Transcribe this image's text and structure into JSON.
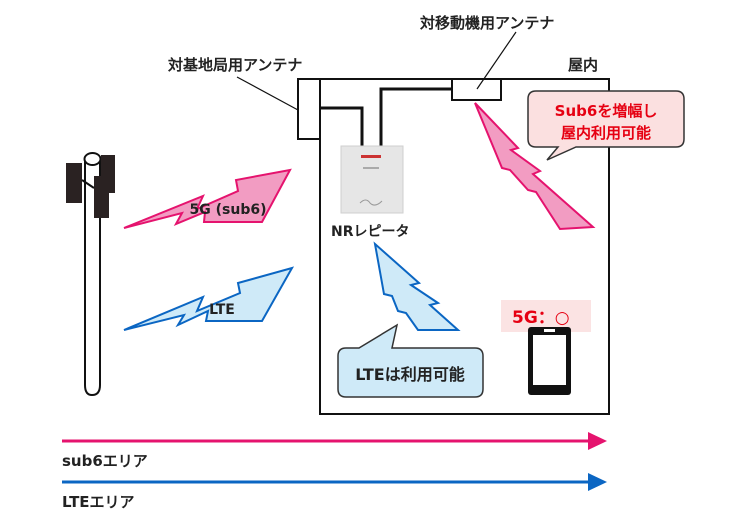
{
  "labels": {
    "base_station_antenna": "対基地局用アンテナ",
    "mobile_antenna": "対移動機用アンテナ",
    "indoor": "屋内",
    "repeater": "NRレピータ",
    "signal_5g": "5G (sub6)",
    "signal_lte": "LTE"
  },
  "callouts": {
    "sub6_line1": "Sub6を増幅し",
    "sub6_line2": "屋内利用可能",
    "lte": "LTEは利用可能"
  },
  "device_status": {
    "label": "5G：○"
  },
  "legend": [
    {
      "label": "sub6エリア",
      "color": "#e5136e"
    },
    {
      "label": "LTEエリア",
      "color": "#0b66c3"
    }
  ],
  "colors": {
    "pink_stroke": "#e5136e",
    "pink_fill": "#f29cc2",
    "blue_stroke": "#0b66c3",
    "blue_fill": "#cfeaf8",
    "callout_pink_fill": "#fbe0e0",
    "callout_pink_text": "#e60012",
    "status_bg": "#fbe3e3"
  }
}
